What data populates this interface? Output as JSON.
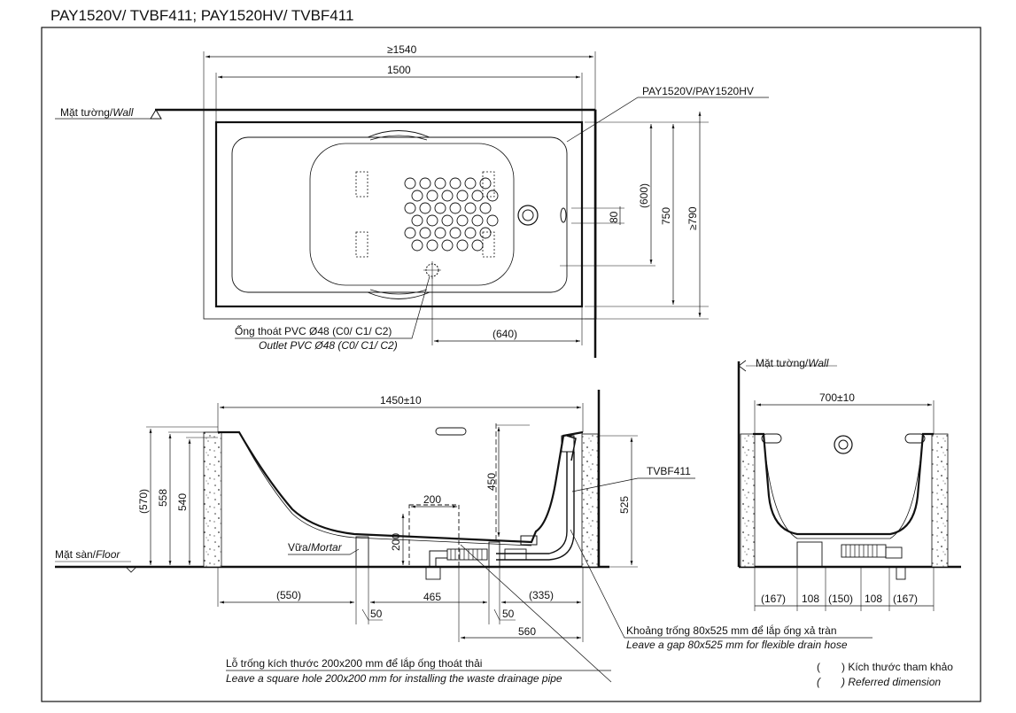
{
  "title": "PAY1520V/ TVBF411; PAY1520HV/ TVBF411",
  "top_view": {
    "wall_label_vi": "Mặt tường/",
    "wall_label_en": "Wall",
    "model_label": "PAY1520V/PAY1520HV",
    "dim_total_width": "≥1540",
    "dim_width": "1500",
    "dim_600": "(600)",
    "dim_750": "750",
    "dim_790": "≥790",
    "dim_80": "80",
    "dim_640": "(640)",
    "outlet_vi": "Ống thoát PVC Ø48 (C0/ C1/ C2)",
    "outlet_en": "Outlet PVC Ø48 (C0/ C1/ C2)"
  },
  "side_view": {
    "dim_length": "1450±10",
    "dim_570": "(570)",
    "dim_558": "558",
    "dim_540": "540",
    "dim_450": "450",
    "dim_200w": "200",
    "dim_200h": "200",
    "dim_525": "525",
    "trap_label": "TVBF411",
    "floor_label_vi": "Mặt sàn/",
    "floor_label_en": "Floor",
    "mortar_label_vi": "Vữa/",
    "mortar_label_en": "Mortar",
    "dim_550": "(550)",
    "dim_465": "465",
    "dim_335": "(335)",
    "dim_50a": "50",
    "dim_50b": "50",
    "dim_560": "560"
  },
  "end_view": {
    "wall_label_vi": "Mặt tường/",
    "wall_label_en": "Wall",
    "dim_width": "700±10",
    "dims_bottom": [
      "(167)",
      "108",
      "(150)",
      "108",
      "(167)"
    ]
  },
  "notes": {
    "gap_vi": "Khoảng trống 80x525 mm để lắp ống xả tràn",
    "gap_en": "Leave a gap 80x525 mm for flexible drain hose",
    "hole_vi": "Lỗ trống kích thước 200x200 mm để lắp ống thoát thải",
    "hole_en": "Leave a square hole  200x200 mm for installing the waste drainage pipe",
    "legend_vi": ") Kích thước tham khảo",
    "legend_en": ") Referred dimension",
    "legend_paren": "("
  }
}
